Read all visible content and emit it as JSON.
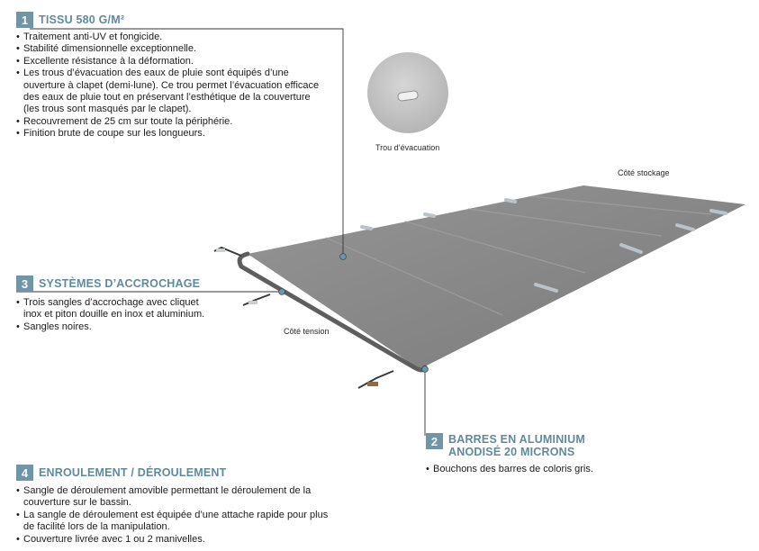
{
  "section1": {
    "number": "1",
    "title": "TISSU 580 G/M²",
    "items": [
      "Traitement anti-UV et fongicide.",
      "Stabilité dimensionnelle exceptionnelle.",
      "Excellente résistance à la déformation.",
      "Les trous d’évacuation des eaux de pluie sont équipés d’une ouverture à clapet (demi-lune). Ce trou permet l’évacuation efficace des eaux de pluie tout en préservant l’esthétique de la couverture (les trous sont masqués par le clapet).",
      "Recouvrement de 25 cm sur toute la périphérie.",
      "Finition brute de coupe sur les longueurs."
    ]
  },
  "section2": {
    "number": "2",
    "title_line1": "BARRES EN ALUMINIUM",
    "title_line2": "ANODISÉ 20 MICRONS",
    "items": [
      "Bouchons des barres de coloris gris."
    ]
  },
  "section3": {
    "number": "3",
    "title": "SYSTÈMES D’ACCROCHAGE",
    "items": [
      "Trois sangles d’accrochage avec cliquet inox et piton douille en inox et aluminium.",
      "Sangles noires."
    ]
  },
  "section4": {
    "number": "4",
    "title": "ENROULEMENT / DÉROULEMENT",
    "items": [
      "Sangle de déroulement amovible permettant le déroulement de la couverture sur le bassin.",
      "La sangle de déroulement est équipée d’une attache rapide pour plus de facilité lors de la manipulation.",
      "Couverture livrée avec 1 ou 2 manivelles."
    ]
  },
  "captions": {
    "drain_hole": "Trou d’évacuation",
    "storage_side": "Côté stockage",
    "tension_side": "Côté tension"
  },
  "colors": {
    "accent": "#6f95a7",
    "heading": "#5f8a9e",
    "cover": "#8a8a8a",
    "cover_dark": "#6e6e6e",
    "leader_line": "#333333"
  }
}
